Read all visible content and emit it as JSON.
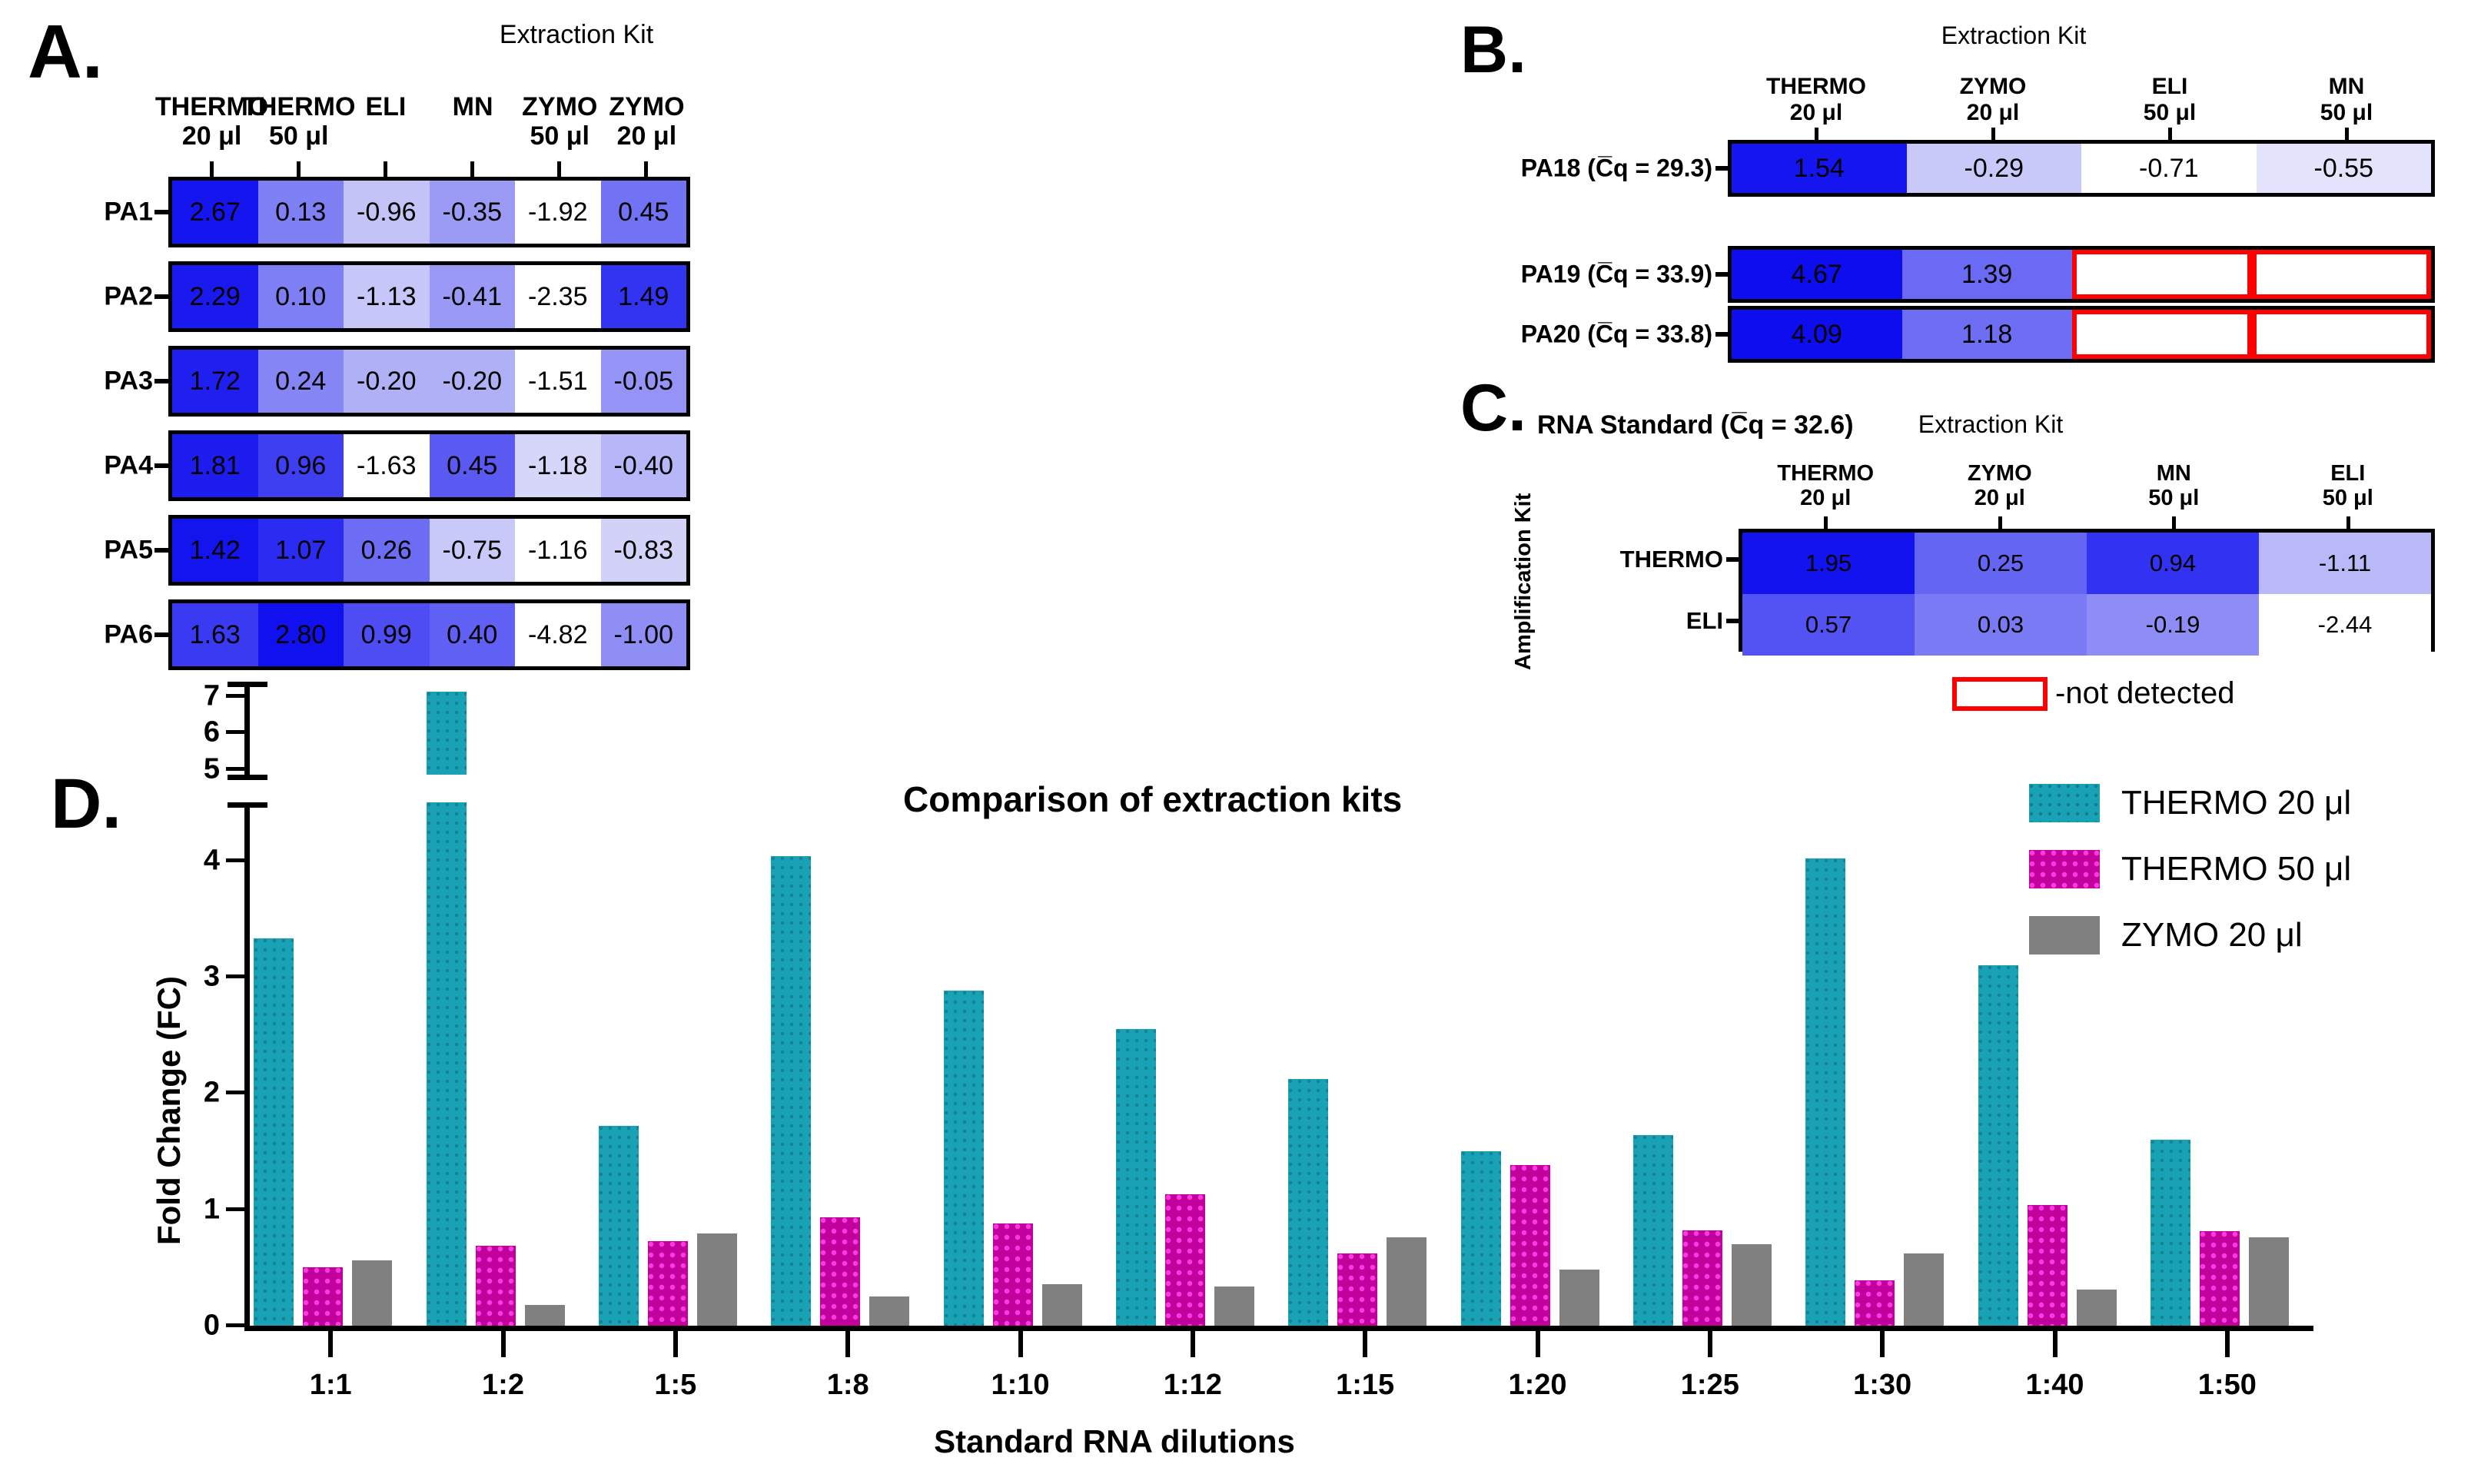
{
  "panelA": {
    "letter": "A.",
    "axis_title": "Extraction Kit",
    "columns": [
      {
        "name": "THERMO",
        "volume": "20 μl"
      },
      {
        "name": "THERMO",
        "volume": "50 μl"
      },
      {
        "name": "ELI",
        "volume": ""
      },
      {
        "name": "MN",
        "volume": ""
      },
      {
        "name": "ZYMO",
        "volume": "50 μl"
      },
      {
        "name": "ZYMO",
        "volume": "20 μl"
      }
    ],
    "rows": [
      {
        "label": "PA1",
        "values": [
          "2.67",
          "0.13",
          "-0.96",
          "-0.35",
          "-1.92",
          "0.45"
        ]
      },
      {
        "label": "PA2",
        "values": [
          "2.29",
          "0.10",
          "-1.13",
          "-0.41",
          "-2.35",
          "1.49"
        ]
      },
      {
        "label": "PA3",
        "values": [
          "1.72",
          "0.24",
          "-0.20",
          "-0.20",
          "-1.51",
          "-0.05"
        ]
      },
      {
        "label": "PA4",
        "values": [
          "1.81",
          "0.96",
          "-1.63",
          "0.45",
          "-1.18",
          "-0.40"
        ]
      },
      {
        "label": "PA5",
        "values": [
          "1.42",
          "1.07",
          "0.26",
          "-0.75",
          "-1.16",
          "-0.83"
        ]
      },
      {
        "label": "PA6",
        "values": [
          "1.63",
          "2.80",
          "0.99",
          "0.40",
          "-4.82",
          "-1.00"
        ]
      }
    ],
    "cell_colors": [
      [
        "#1515f0",
        "#8080f5",
        "#c3c3f8",
        "#9b9bf6",
        "#ffffff",
        "#7272f4"
      ],
      [
        "#1a1af0",
        "#7e7ef5",
        "#c6c6f8",
        "#9a9af6",
        "#ffffff",
        "#3333f2"
      ],
      [
        "#1f1ff0",
        "#8585f5",
        "#b0b0f7",
        "#b0b0f7",
        "#ffffff",
        "#9494f6"
      ],
      [
        "#1d1df0",
        "#3f3ff2",
        "#ffffff",
        "#5a5af3",
        "#d6d6fa",
        "#b6b6f8"
      ],
      [
        "#1414ef",
        "#2b2bf1",
        "#6c6cf4",
        "#c9c9f9",
        "#ffffff",
        "#d2d2f9"
      ],
      [
        "#3a3af2",
        "#1111ef",
        "#4d4df3",
        "#6060f4",
        "#ffffff",
        "#8e8ef5"
      ]
    ]
  },
  "panelB": {
    "letter": "B.",
    "axis_title": "Extraction Kit",
    "columns": [
      {
        "name": "THERMO",
        "volume": "20 μl"
      },
      {
        "name": "ZYMO",
        "volume": "20 μl"
      },
      {
        "name": "ELI",
        "volume": "50 μl"
      },
      {
        "name": "MN",
        "volume": "50 μl"
      }
    ],
    "rows": [
      {
        "label": "PA18 (C̅q = 29.3)",
        "values": [
          "1.54",
          "-0.29",
          "-0.71",
          "-0.55"
        ],
        "detected": [
          true,
          true,
          true,
          true
        ]
      },
      {
        "label": "PA19 (C̅q = 33.9)",
        "values": [
          "4.67",
          "1.39",
          "",
          ""
        ],
        "detected": [
          true,
          true,
          false,
          false
        ]
      },
      {
        "label": "PA20 (C̅q = 33.8)",
        "values": [
          "4.09",
          "1.18",
          "",
          ""
        ],
        "detected": [
          true,
          true,
          false,
          false
        ]
      }
    ],
    "cell_colors": [
      [
        "#1515f0",
        "#c9c9f9",
        "#ffffff",
        "#e3e3fc"
      ],
      [
        "#0d0df0",
        "#6a6af4",
        "#ffffff",
        "#ffffff"
      ],
      [
        "#0d0df0",
        "#6e6ef4",
        "#ffffff",
        "#ffffff"
      ]
    ]
  },
  "panelC": {
    "letter": "C.",
    "standard_label": "RNA Standard (C̅q = 32.6)",
    "axis_title": "Extraction Kit",
    "row_axis_title": "Amplification Kit",
    "columns": [
      {
        "name": "THERMO",
        "volume": "20 μl"
      },
      {
        "name": "ZYMO",
        "volume": "20 μl"
      },
      {
        "name": "MN",
        "volume": "50 μl"
      },
      {
        "name": "ELI",
        "volume": "50 μl"
      }
    ],
    "rows": [
      {
        "label": "THERMO",
        "values": [
          "1.95",
          "0.25",
          "0.94",
          "-1.11"
        ]
      },
      {
        "label": "ELI",
        "values": [
          "0.57",
          "0.03",
          "-0.19",
          "-2.44"
        ]
      }
    ],
    "cell_colors": [
      [
        "#1313f0",
        "#6565f4",
        "#3232f2",
        "#b9b9f8"
      ],
      [
        "#5353f3",
        "#7a7af5",
        "#8d8df5",
        "#ffffff"
      ]
    ]
  },
  "not_detected_legend": {
    "label": "-not detected",
    "color": "#ff0000"
  },
  "panelD": {
    "letter": "D.",
    "legend": [
      {
        "label": "THERMO 20 μl",
        "color": "#19a1b5",
        "key": "teal"
      },
      {
        "label": "THERMO 50 μl",
        "color": "#c2009c",
        "key": "magenta"
      },
      {
        "label": "ZYMO 20 μl",
        "color": "#808080",
        "key": "gray"
      }
    ]
  },
  "chart_data": {
    "type": "bar",
    "title": "Comparison of extraction kits",
    "xlabel": "Standard RNA dilutions",
    "ylabel": "Fold Change (FC)",
    "categories": [
      "1:1",
      "1:2",
      "1:5",
      "1:8",
      "1:10",
      "1:12",
      "1:15",
      "1:20",
      "1:25",
      "1:30",
      "1:40",
      "1:50"
    ],
    "series": [
      {
        "name": "THERMO 20 μl",
        "color": "#19a1b5",
        "values": [
          3.33,
          7.12,
          1.72,
          4.04,
          2.88,
          2.55,
          2.12,
          1.5,
          1.64,
          4.02,
          3.1,
          1.6
        ]
      },
      {
        "name": "THERMO 50 μl",
        "color": "#c2009c",
        "values": [
          0.5,
          0.69,
          0.73,
          0.93,
          0.88,
          1.13,
          0.62,
          1.38,
          0.82,
          0.39,
          1.04,
          0.81
        ]
      },
      {
        "name": "ZYMO 20 μl",
        "color": "#808080",
        "values": [
          0.56,
          0.18,
          0.79,
          0.25,
          0.36,
          0.34,
          0.76,
          0.48,
          0.7,
          0.62,
          0.31,
          0.76
        ]
      }
    ],
    "yticks_lower": [
      "0",
      "1",
      "2",
      "3",
      "4"
    ],
    "yticks_upper": [
      "5",
      "6",
      "7"
    ],
    "ylim_lower": [
      0,
      4.5
    ],
    "ylim_upper": [
      4.85,
      7.4
    ],
    "axis_break": true,
    "grid": false,
    "legend_position": "top-right"
  }
}
